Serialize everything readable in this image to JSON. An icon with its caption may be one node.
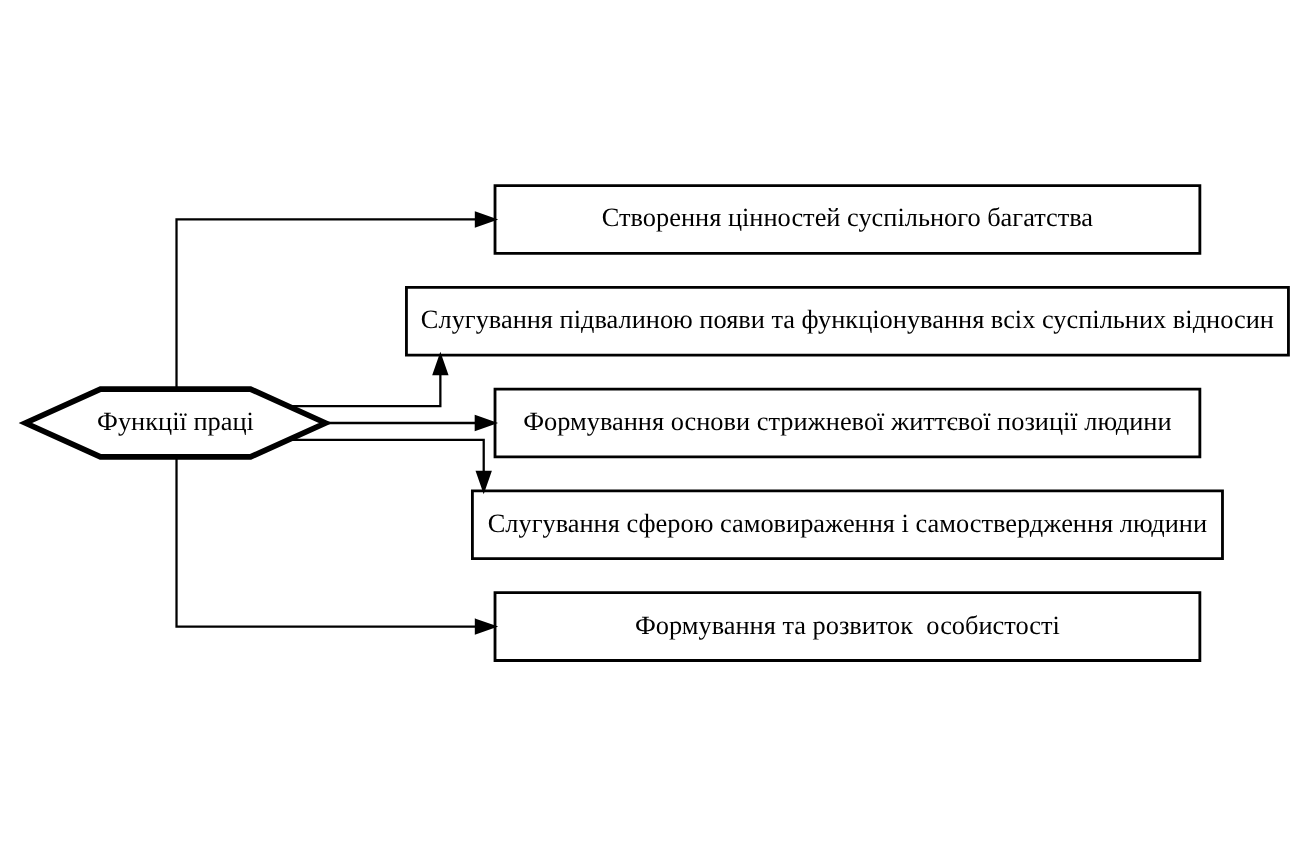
{
  "diagram": {
    "nodes": [
      {
        "text": [
          "Функції праці"
        ]
      },
      {
        "text": [
          "Створення цінностей суспільного багатства"
        ]
      },
      {
        "text": [
          "Слугування підвалиною появи та функціонування всіх суспільних відносин"
        ]
      },
      {
        "text": [
          "Формування основи стрижневої життєвої позиції людини"
        ]
      },
      {
        "text": [
          "Слугування сферою самовираження і самоствердження людини"
        ]
      },
      {
        "text": [
          "Формування та розвиток  особистості"
        ]
      }
    ],
    "edges": [
      {
        "from": 0,
        "to": 1,
        "arrow": "to"
      },
      {
        "from": 0,
        "to": 2,
        "arrow": "to"
      },
      {
        "from": 0,
        "to": 3,
        "arrow": "to"
      },
      {
        "from": 0,
        "to": 4,
        "arrow": "to"
      },
      {
        "from": 0,
        "to": 5,
        "arrow": "to"
      }
    ]
  }
}
